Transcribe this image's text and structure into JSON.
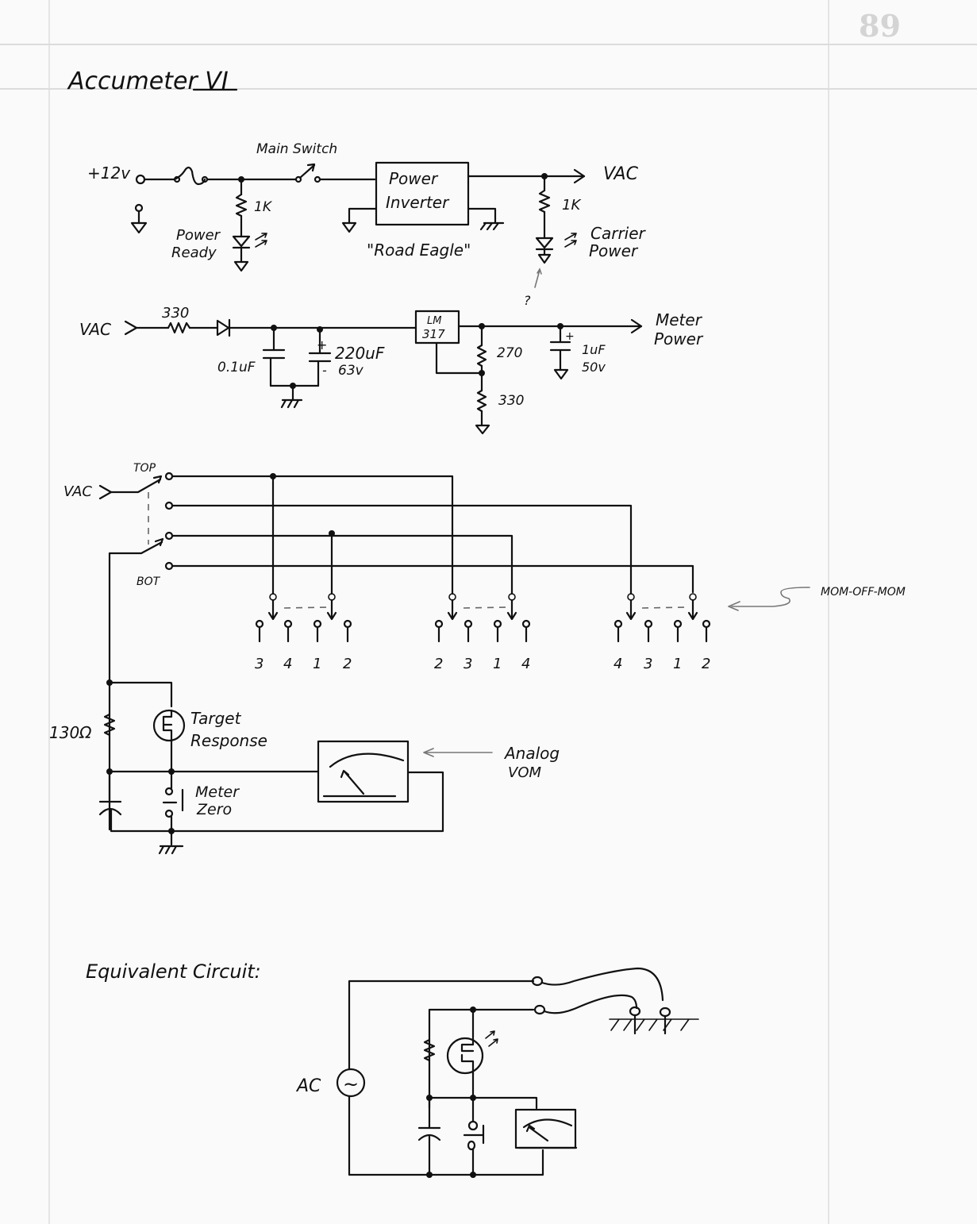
{
  "page": {
    "page_number": "89",
    "title": "Accumeter VI"
  },
  "power_section": {
    "input_label": "+12v",
    "main_switch_label": "Main Switch",
    "resistor1_label": "1K",
    "led1_label_line1": "Power",
    "led1_label_line2": "Ready",
    "inverter_line1": "Power",
    "inverter_line2": "Inverter",
    "inverter_brand": "\"Road Eagle\"",
    "output_label": "VAC",
    "resistor2_label": "1K",
    "led2_label_line1": "Carrier",
    "led2_label_line2": "Power",
    "question_mark": "?"
  },
  "regulator_section": {
    "input_label": "VAC",
    "series_resistor_label": "330",
    "cap1_label": "0.1uF",
    "cap2_plus": "+",
    "cap2_label": "220uF",
    "cap2_minus": "-",
    "cap2_voltage": "63v",
    "regulator_line1": "LM",
    "regulator_line2": "317",
    "r_top_label": "270",
    "r_bottom_label": "330",
    "cap3_plus": "+",
    "cap3_label": "1uF",
    "cap3_voltage": "50v",
    "output_line1": "Meter",
    "output_line2": "Power"
  },
  "switch_section": {
    "input_label": "VAC",
    "top_label": "TOP",
    "bottom_label": "BOT",
    "switch_type_label": "MOM-OFF-MOM",
    "groups": [
      {
        "contacts": [
          "3",
          "4",
          "1",
          "2"
        ]
      },
      {
        "contacts": [
          "2",
          "3",
          "1",
          "4"
        ]
      },
      {
        "contacts": [
          "4",
          "3",
          "1",
          "2"
        ]
      }
    ],
    "resistor_label": "130Ω",
    "lamp_label_line1": "Target",
    "lamp_label_line2": "Response",
    "button_label_line1": "Meter",
    "button_label_line2": "Zero",
    "meter_label_line1": "Analog",
    "meter_label_line2": "VOM"
  },
  "equivalent_section": {
    "heading": "Equivalent Circuit:",
    "source_label": "AC",
    "source_symbol": "~"
  }
}
